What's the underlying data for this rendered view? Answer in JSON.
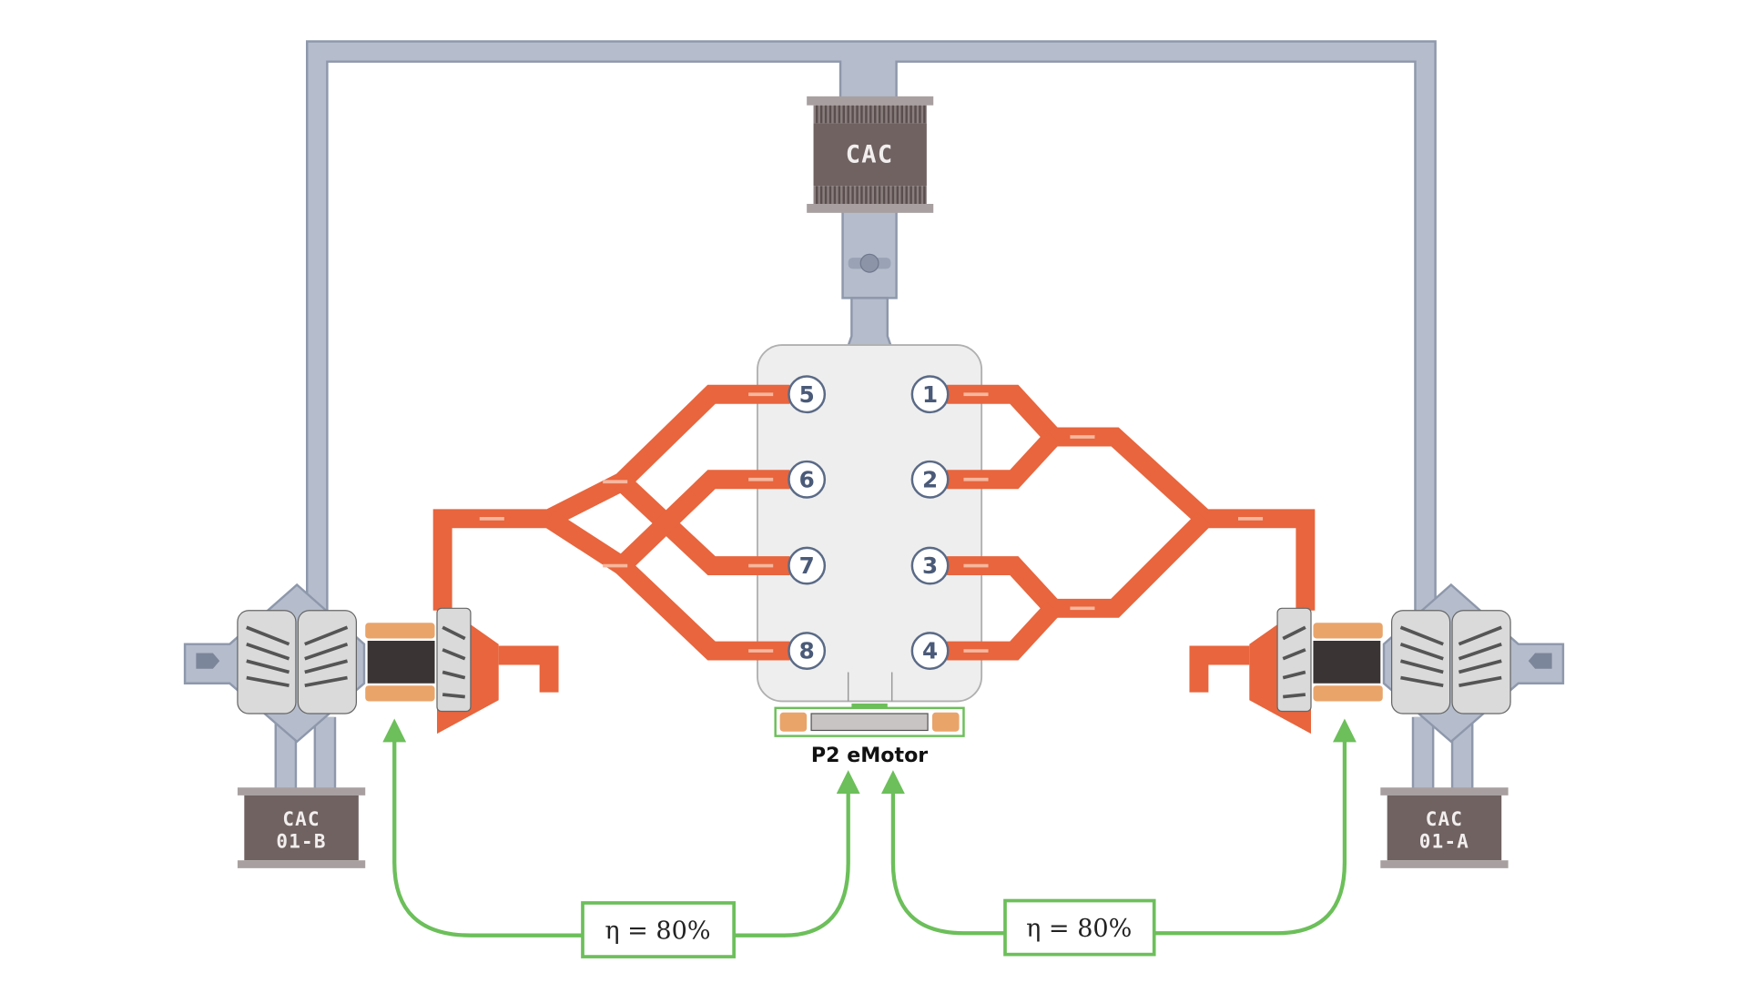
{
  "colors": {
    "intake_pipe": "#b5bdcc",
    "exhaust": "#e8653d",
    "energy_flow": "#6cbf5a",
    "cac_body": "#6f6261",
    "engine_block": "#eeeeee",
    "cylinder_text": "#4a5a78"
  },
  "cac_main": {
    "label": "CAC"
  },
  "cac_left": {
    "line1": "CAC",
    "line2": "01-B"
  },
  "cac_right": {
    "line1": "CAC",
    "line2": "01-A"
  },
  "emotor": {
    "label": "P2 eMotor"
  },
  "efficiency_left": {
    "label": "η = 80%"
  },
  "efficiency_right": {
    "label": "η = 80%"
  },
  "cylinders": [
    "1",
    "2",
    "3",
    "4",
    "5",
    "6",
    "7",
    "8"
  ]
}
